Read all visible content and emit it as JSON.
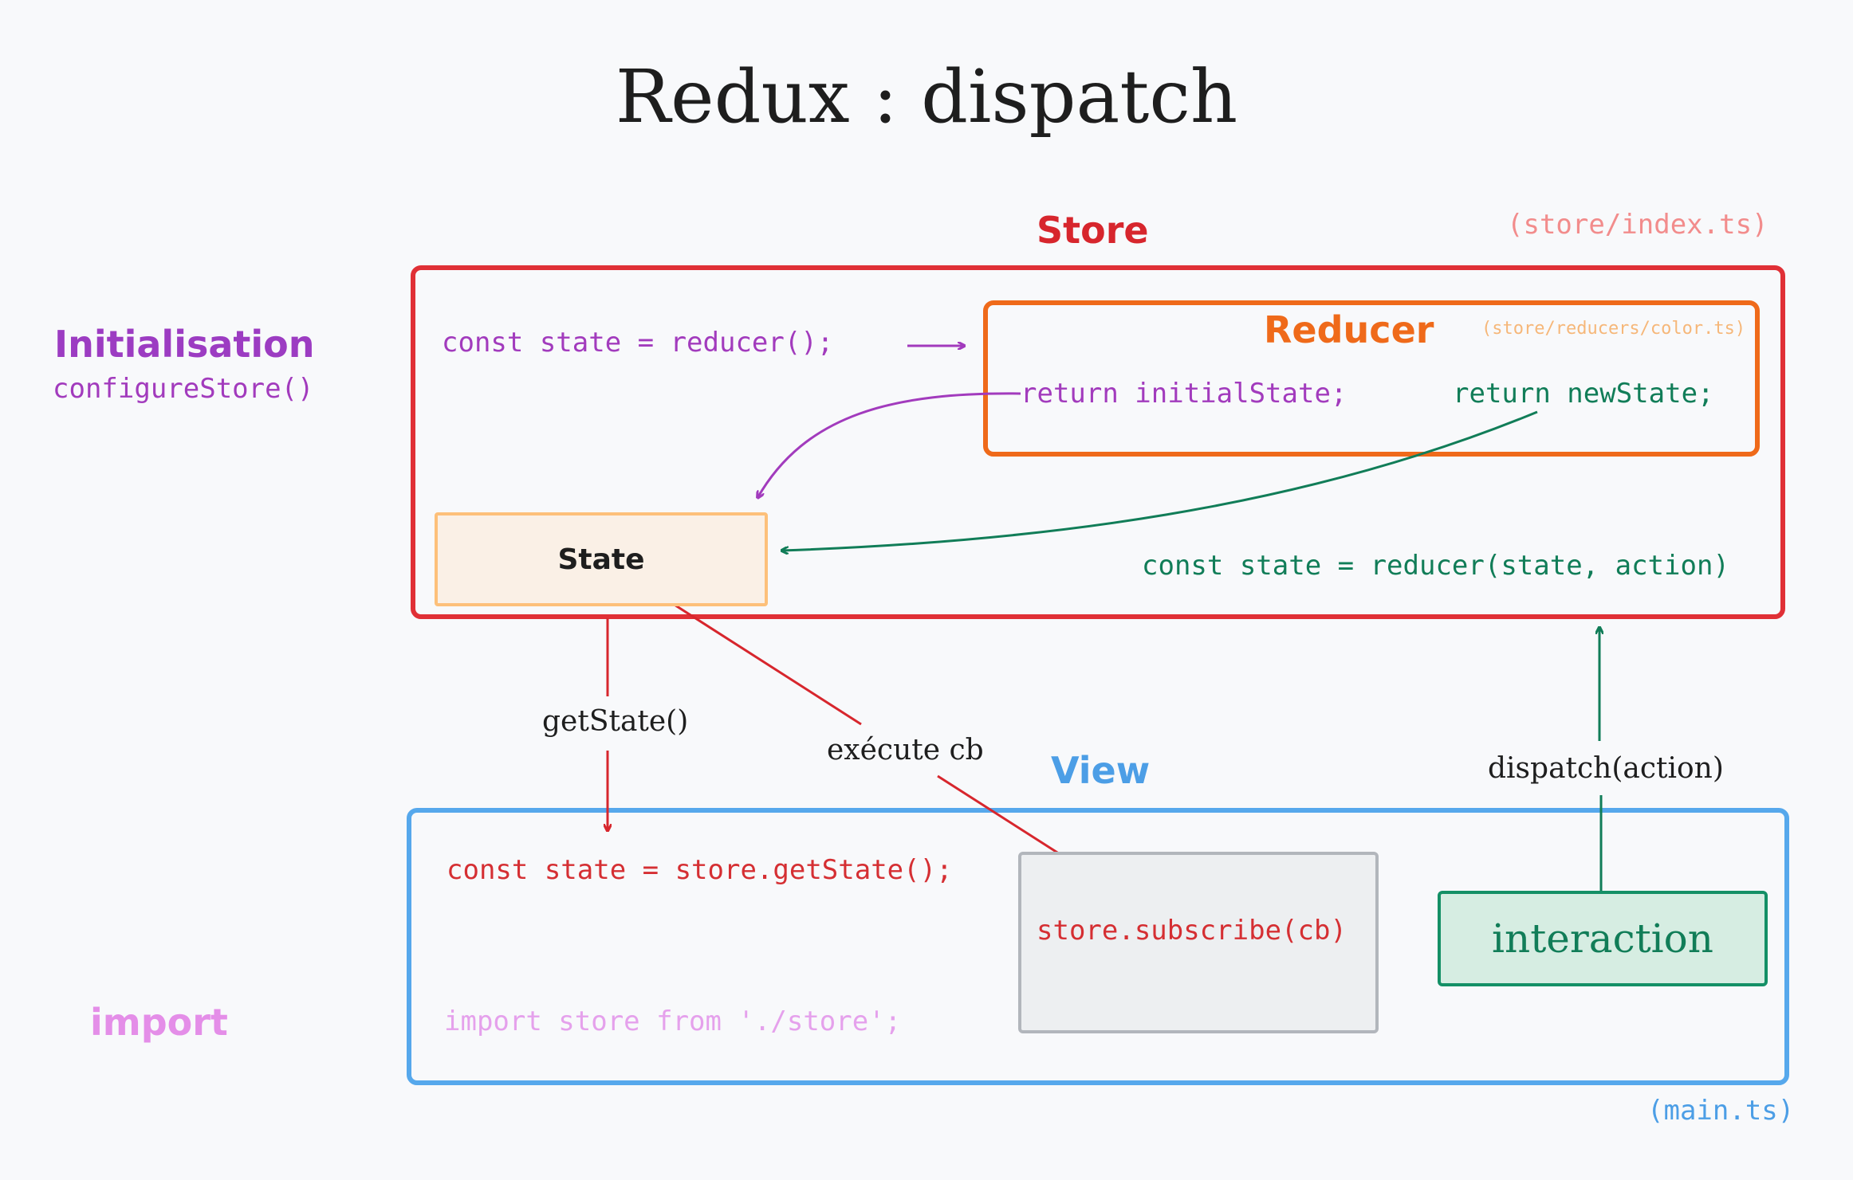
{
  "title": "Redux : dispatch",
  "store": {
    "label": "Store",
    "file": "(store/index.ts)"
  },
  "initialisation": {
    "label": "Initialisation",
    "call": "configureStore()"
  },
  "import_label": "import",
  "init_code": "const state = reducer();",
  "reducer": {
    "label": "Reducer",
    "file": "(store/reducers/color.ts)",
    "return_initial": "return initialState;",
    "return_new": "return newState;"
  },
  "state_box": {
    "label": "State"
  },
  "reduce_code": "const state = reducer(state, action)",
  "edges": {
    "get_state": "getState()",
    "execute_cb": "exécute cb",
    "dispatch": "dispatch(action)"
  },
  "view": {
    "label": "View",
    "file": "(main.ts)",
    "get_state_code": "const state = store.getState();",
    "import_code": "import store from './store';",
    "subscribe_code": "store.subscribe(cb)",
    "interaction_label": "interaction"
  },
  "colors": {
    "store": "#d7262d",
    "reducer": "#ef6a1a",
    "view": "#4c9ee6",
    "init": "#a23bbd",
    "update": "#117d58",
    "state_fill": "#faf0e6",
    "state_border": "#fdc07a",
    "subscribe_fill": "#edeff1",
    "interaction_fill": "#d6ede2"
  }
}
